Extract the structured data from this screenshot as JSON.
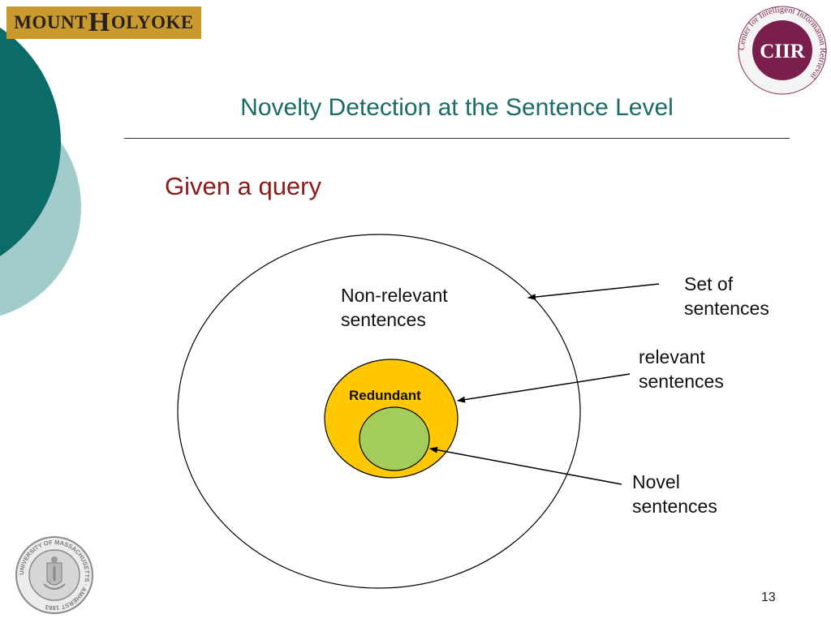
{
  "header": {
    "logo_left": {
      "part1": "MOUNT",
      "part2": "H",
      "part3": "OLYOKE"
    },
    "logo_right": {
      "abbr": "CIIR",
      "ring_text": "Center for Intelligent Information Retrieval"
    }
  },
  "slide": {
    "title": "Novelty Detection at the Sentence Level",
    "subtitle": "Given a query",
    "page_number": "13"
  },
  "diagram": {
    "non_relevant": {
      "line1": "Non-relevant",
      "line2": "sentences"
    },
    "set_of": {
      "line1": "Set of",
      "line2": "sentences"
    },
    "relevant": {
      "line1": "relevant",
      "line2": "sentences"
    },
    "redundant": "Redundant",
    "novel": {
      "line1": "Novel",
      "line2": "sentences"
    },
    "colors": {
      "relevant_fill": "#ffc800",
      "novel_fill": "#a3cc5a",
      "outline": "#000000"
    }
  },
  "footer": {
    "seal_text": "UNIVERSITY OF MASSACHUSETTS · AMHERST 1863"
  },
  "theme": {
    "title_color": "#1b6b66",
    "subtitle_color": "#8b1a1a",
    "deco_dark": "#0b6b68",
    "deco_light": "#a2cccc"
  }
}
